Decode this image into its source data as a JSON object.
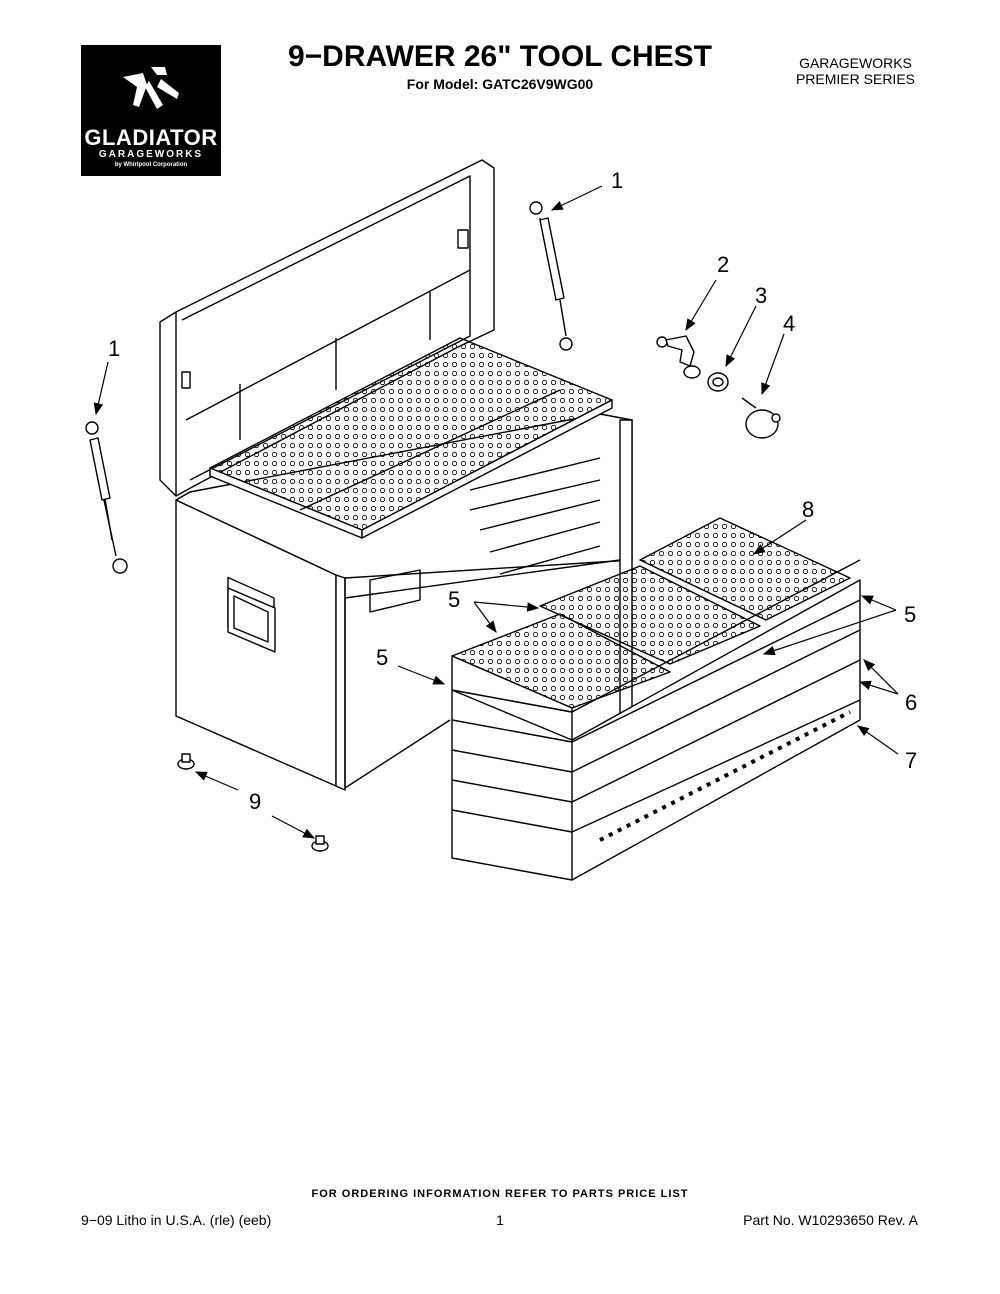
{
  "header": {
    "title": "9−DRAWER 26\" TOOL CHEST",
    "subtitle": "For Model: GATC26V9WG00",
    "series_line1": "GARAGEWORKS",
    "series_line2": "PREMIER SERIES"
  },
  "logo": {
    "name": "GLADIATOR",
    "sub": "GARAGEWORKS",
    "corp": "by Whirlpool Corporation"
  },
  "callouts": {
    "c1a": "1",
    "c1b": "1",
    "c2": "2",
    "c3": "3",
    "c4": "4",
    "c5a": "5",
    "c5b": "5",
    "c5c": "5",
    "c6": "6",
    "c7": "7",
    "c8": "8",
    "c9": "9"
  },
  "footer": {
    "note": "FOR ORDERING INFORMATION REFER TO PARTS PRICE LIST",
    "left": "9−09 Litho in U.S.A. (rle) (eeb)",
    "page": "1",
    "part": "Part No. W10293650 Rev. A"
  },
  "colors": {
    "line": "#000000",
    "paper": "#ffffff",
    "logo_bg": "#000000"
  }
}
